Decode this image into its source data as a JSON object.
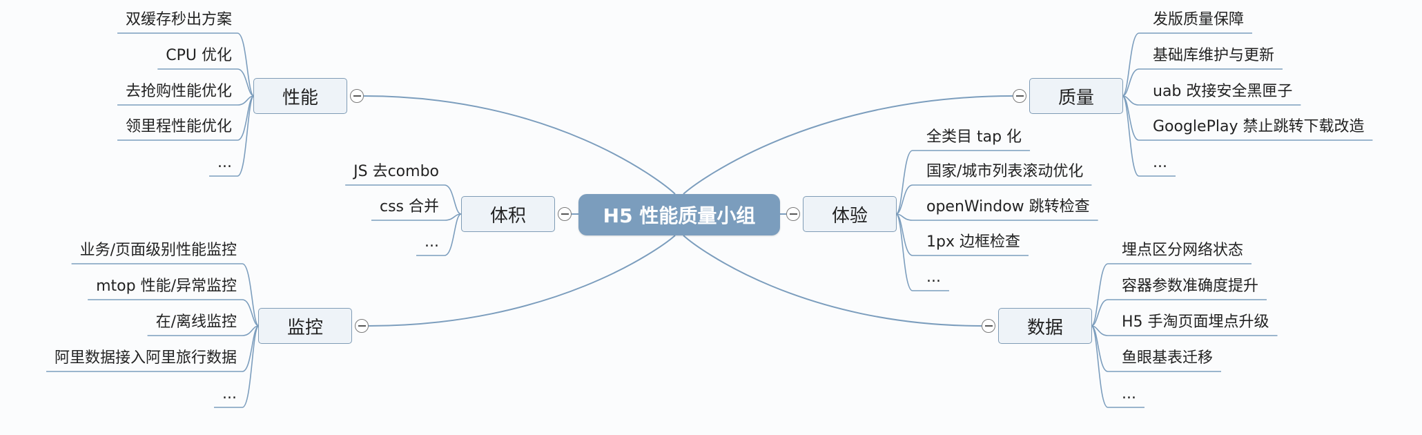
{
  "center": {
    "label": "H5 性能质量小组"
  },
  "branches": {
    "performance": {
      "label": "性能",
      "items": [
        "双缓存秒出方案",
        "CPU 优化",
        "去抢购性能优化",
        "领里程性能优化",
        "..."
      ]
    },
    "size": {
      "label": "体积",
      "items": [
        "JS 去combo",
        "css 合并",
        "..."
      ]
    },
    "monitoring": {
      "label": "监控",
      "items": [
        "业务/页面级别性能监控",
        "mtop 性能/异常监控",
        "在/离线监控",
        "阿里数据接入阿里旅行数据",
        "..."
      ]
    },
    "quality": {
      "label": "质量",
      "items": [
        "发版质量保障",
        "基础库维护与更新",
        "uab 改接安全黑匣子",
        "GooglePlay 禁止跳转下载改造",
        "..."
      ]
    },
    "experience": {
      "label": "体验",
      "items": [
        "全类目 tap 化",
        "国家/城市列表滚动优化",
        "openWindow 跳转检查",
        "1px 边框检查",
        "..."
      ]
    },
    "data": {
      "label": "数据",
      "items": [
        "埋点区分网络状态",
        "容器参数准确度提升",
        "H5 手淘页面埋点升级",
        "鱼眼基表迁移",
        "..."
      ]
    }
  },
  "colors": {
    "center_fill": "#7b9dbd",
    "branch_fill": "#eef3f8",
    "branch_border": "#7e9bb5",
    "connector": "#7b9dbd"
  }
}
